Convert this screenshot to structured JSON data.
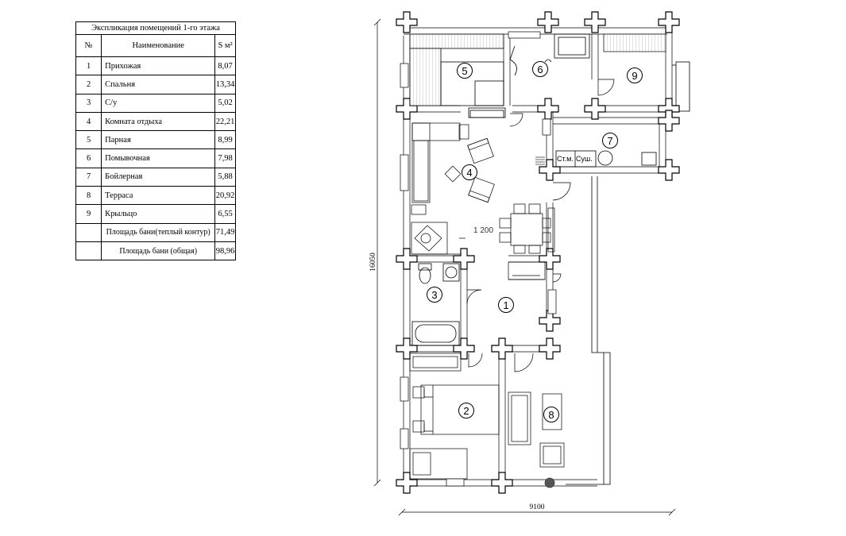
{
  "explication": {
    "title": "Экспликация помещений 1-го этажа",
    "headers": {
      "num": "№",
      "name": "Наименование",
      "area": "S м²"
    },
    "rows": [
      {
        "num": "1",
        "name": "Прихожая",
        "area": "8,07"
      },
      {
        "num": "2",
        "name": "Спальня",
        "area": "13,34"
      },
      {
        "num": "3",
        "name": "С/у",
        "area": "5,02"
      },
      {
        "num": "4",
        "name": "Комната отдыха",
        "area": "22,21"
      },
      {
        "num": "5",
        "name": "Парная",
        "area": "8,99"
      },
      {
        "num": "6",
        "name": "Помывочная",
        "area": "7,98"
      },
      {
        "num": "7",
        "name": "Бойлерная",
        "area": "5,88"
      },
      {
        "num": "8",
        "name": "Терраса",
        "area": "20,92"
      },
      {
        "num": "9",
        "name": "Крыльцо",
        "area": "6,55"
      }
    ],
    "totals": [
      {
        "name": "Площадь бани(теплый контур)",
        "area": "71,49"
      },
      {
        "name": "Площадь бани (общая)",
        "area": "98,96"
      }
    ]
  },
  "plan": {
    "dim_width": "9100",
    "dim_height": "16050",
    "dim_inner": "1 200",
    "label_boiler_1": "Ст.м.",
    "label_boiler_2": "Суш.",
    "rooms": [
      "1",
      "2",
      "3",
      "4",
      "5",
      "6",
      "7",
      "8",
      "9"
    ]
  }
}
